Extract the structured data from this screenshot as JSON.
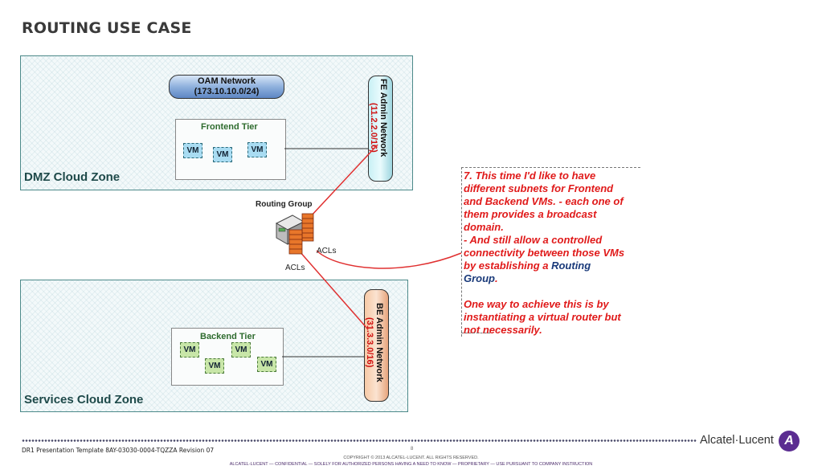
{
  "title": "ROUTING USE CASE",
  "dmz_zone": {
    "label": "DMZ Cloud Zone",
    "oam_network": {
      "line1": "OAM Network",
      "line2": "(173.10.10.0/24)"
    },
    "tier": {
      "label": "Frontend Tier",
      "vms": [
        "VM",
        "VM",
        "VM"
      ]
    },
    "admin_network": {
      "name": "FE Admin Network",
      "subnet": "(11.2.2.0/16)"
    }
  },
  "services_zone": {
    "label": "Services Cloud Zone",
    "tier": {
      "label": "Backend Tier",
      "vms": [
        "VM",
        "VM",
        "VM",
        "VM"
      ]
    },
    "admin_network": {
      "name": "BE Admin Network",
      "subnet": "(31.3.3.0/16)"
    }
  },
  "routing": {
    "label": "Routing Group",
    "acl_right": "ACLs",
    "acl_bottom": "ACLs"
  },
  "note": {
    "line1": "7. This time I'd like to have",
    "line2": "different subnets for Frontend",
    "line3": "and Backend VMs.  - each one of",
    "line4": "them provides a broadcast",
    "line5": "domain.",
    "line6": "- And still allow a controlled",
    "line7": "connectivity between those VMs",
    "line8_prefix": "by establishing a ",
    "line8_highlight": "Routing",
    "line9_highlight": "Group",
    "line9_suffix": ".",
    "line10": "One way to achieve this is by",
    "line11": "instantiating a virtual router but",
    "line12": "not necessarily."
  },
  "footer": {
    "template": "DR1 Presentation Template  8AY-03030-0004-TQZZA  Revision 07",
    "page": "8",
    "copyright": "COPYRIGHT © 2013 ALCATEL-LUCENT. ALL RIGHTS RESERVED.",
    "confidential": "ALCATEL-LUCENT — CONFIDENTIAL — SOLELY FOR AUTHORIZED PERSONS HAVING A NEED TO KNOW — PROPRIETARY — USE PURSUANT TO COMPANY INSTRUCTION",
    "brand": "Alcatel·Lucent"
  },
  "colors": {
    "note_red": "#e01a1a",
    "note_blue": "#1a3a7a",
    "connector_red": "#e03030",
    "brand_purple": "#5b2d91"
  }
}
